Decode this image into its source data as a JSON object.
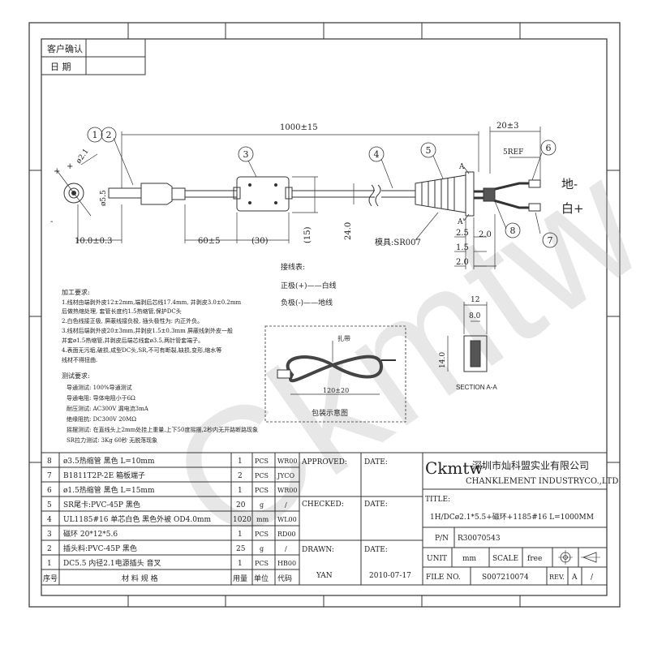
{
  "customer_box": {
    "confirm_label": "客户确认",
    "date_label": "日 期"
  },
  "balloons": [
    "1",
    "2",
    "3",
    "4",
    "5",
    "6",
    "7",
    "8"
  ],
  "dims": {
    "total_length": "1000±15",
    "tail_length": "20±3",
    "dia": "ø5.5",
    "dia2": "ø2.1",
    "d10": "10.0±0.3",
    "d60": "60±5",
    "d30": "(30)",
    "d15": "(15)",
    "d24": "24.0",
    "d25": "2.5",
    "d15b": "1.5",
    "d20a": "2.0",
    "d20b": "2.0",
    "d5ref": "5REF",
    "plus": "+",
    "minus": "-",
    "plus2": "+",
    "section_a": "A",
    "section_a2": "A'"
  },
  "mold_label": "模具:SR007",
  "wire_labels": {
    "ground": "地-",
    "white": "白+"
  },
  "wiring": {
    "title": "接线表:",
    "pos": "正极(+)——白线",
    "neg": "负极(-)——地线"
  },
  "notes": {
    "title": "加工要求:",
    "lines": [
      "1.线材由端剥外皮12±2mm,端剥后芯线17.4mm, 并剥皮3.0±0.2mm",
      "  后做热缩处理, 套管长度约1.5热缩管,保护DC头",
      "2.白色线接正极, 屏蔽线接负极, 插头极性为: 内正外负。",
      "3.线材后端剥外皮20±3mm,并剥皮1.5±0.3mm 屏蔽线剥外皮一般",
      "  并套ø1.5热缩管,并剥皮后端芯线套ø3.5,两针管套端子。",
      "4.表面无污垢,破损,成型DC头,SR,不可有断裂,缺损,变形,缩水等",
      "  线材不得扭曲."
    ]
  },
  "tests": {
    "title": "测试要求:",
    "lines": [
      "导通测试: 100%导通测试",
      "导通电阻: 导体电阻小于6Ω",
      "耐压测试: AC300V 漏电流3mA",
      "绝缘阻抗: DC300V 20MΩ",
      "摇摆测试: 在直线头上2mm处挂上重量,上下50度摇摆,2秒内无开路断路现象",
      "SR拉力测试: 3Kg 60秒 无脱落现象"
    ]
  },
  "packing": {
    "tie_label": "扎带",
    "dim": "120±20",
    "caption": "包装示意图"
  },
  "section": {
    "w12": "12",
    "w8": "8.0",
    "h14": "14.0",
    "label": "SECTION A-A"
  },
  "bom": {
    "rows": [
      {
        "no": "8",
        "spec": "ø3.5热缩管 黑色 L=10mm",
        "qty": "1",
        "unit": "PCS",
        "code": "WR00"
      },
      {
        "no": "7",
        "spec": "B1811T2P-2E 箱板端子",
        "qty": "2",
        "unit": "PCS",
        "code": "JYCO"
      },
      {
        "no": "6",
        "spec": "ø1.5热缩管 黑色 L=15mm",
        "qty": "1",
        "unit": "PCS",
        "code": "WR00"
      },
      {
        "no": "5",
        "spec": "SR尾卡:PVC-45P 黑色",
        "qty": "20",
        "unit": "g",
        "code": "/"
      },
      {
        "no": "4",
        "spec": "UL1185#16 单芯白色 黑色外被 OD4.0mm",
        "qty": "1020",
        "unit": "mm",
        "code": "WL00"
      },
      {
        "no": "3",
        "spec": "磁环 20*12*5.6",
        "qty": "1",
        "unit": "PCS",
        "code": "RD00"
      },
      {
        "no": "2",
        "spec": "插头料:PVC-45P 黑色",
        "qty": "25",
        "unit": "g",
        "code": "/"
      },
      {
        "no": "1",
        "spec": "DC5.5 内径2.1电源插头 音叉",
        "qty": "1",
        "unit": "PCS",
        "code": "HB00"
      }
    ],
    "header": {
      "no": "序号",
      "spec": "材 料 规 格",
      "qty": "用量",
      "unit": "单位",
      "code": "代码"
    }
  },
  "title_block": {
    "approved": "APPROVED:",
    "checked": "CHECKED:",
    "drawn": "DRAWN:",
    "date_label": "DATE:",
    "drawn_by": "YAN",
    "drawn_date": "2010-07-17",
    "logo": "Ckmtw",
    "company_cn": "深圳市灿科盟实业有限公司",
    "company_en": "CHANKLEMENT INDUSTRYCO.,LTD",
    "title_label": "TITLE:",
    "title_value": "1H/DCø2.1*5.5+磁环+1185#16 L=1000MM",
    "pn_label": "P/N",
    "pn_value": "R30070543",
    "unit_label": "UNIT",
    "unit_value": "mm",
    "scale_label": "SCALE",
    "scale_value": "free",
    "file_label": "FILE NO.",
    "file_value": "S007210074",
    "rev_label": "REV.",
    "rev_value": "A",
    "rev_slash": "/"
  },
  "watermark": "Ckmtw"
}
